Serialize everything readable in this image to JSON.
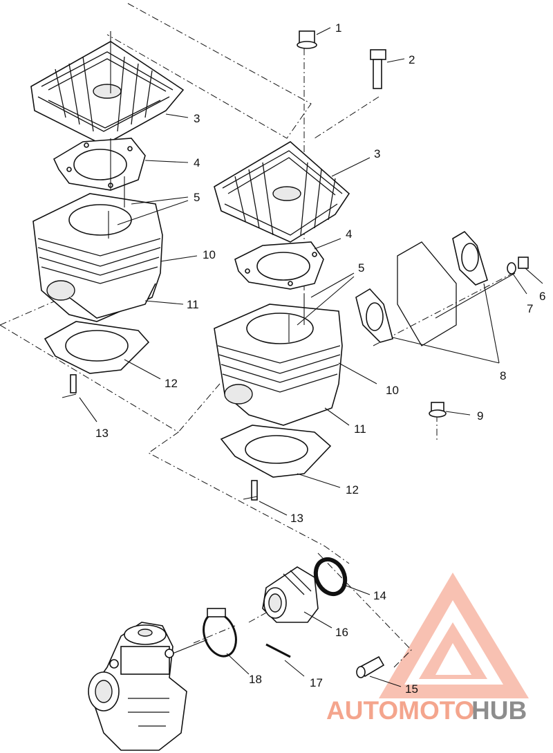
{
  "callouts": [
    {
      "id": "c1",
      "text": "1"
    },
    {
      "id": "c2",
      "text": "2"
    },
    {
      "id": "c3a",
      "text": "3"
    },
    {
      "id": "c3b",
      "text": "3"
    },
    {
      "id": "c4a",
      "text": "4"
    },
    {
      "id": "c4b",
      "text": "4"
    },
    {
      "id": "c5a",
      "text": "5"
    },
    {
      "id": "c5b",
      "text": "5"
    },
    {
      "id": "c6",
      "text": "6"
    },
    {
      "id": "c7",
      "text": "7"
    },
    {
      "id": "c8",
      "text": "8"
    },
    {
      "id": "c9",
      "text": "9"
    },
    {
      "id": "c10a",
      "text": "10"
    },
    {
      "id": "c10b",
      "text": "10"
    },
    {
      "id": "c11a",
      "text": "11"
    },
    {
      "id": "c11b",
      "text": "11"
    },
    {
      "id": "c12a",
      "text": "12"
    },
    {
      "id": "c12b",
      "text": "12"
    },
    {
      "id": "c13a",
      "text": "13"
    },
    {
      "id": "c13b",
      "text": "13"
    },
    {
      "id": "c14",
      "text": "14"
    },
    {
      "id": "c15",
      "text": "15"
    },
    {
      "id": "c16",
      "text": "16"
    },
    {
      "id": "c17",
      "text": "17"
    },
    {
      "id": "c18",
      "text": "18"
    }
  ],
  "watermark": {
    "word_part1": "AUTOMOTO",
    "word_part2": "HUB",
    "color_primary": "#f4a58d",
    "color_secondary": "#8d8d8d"
  }
}
